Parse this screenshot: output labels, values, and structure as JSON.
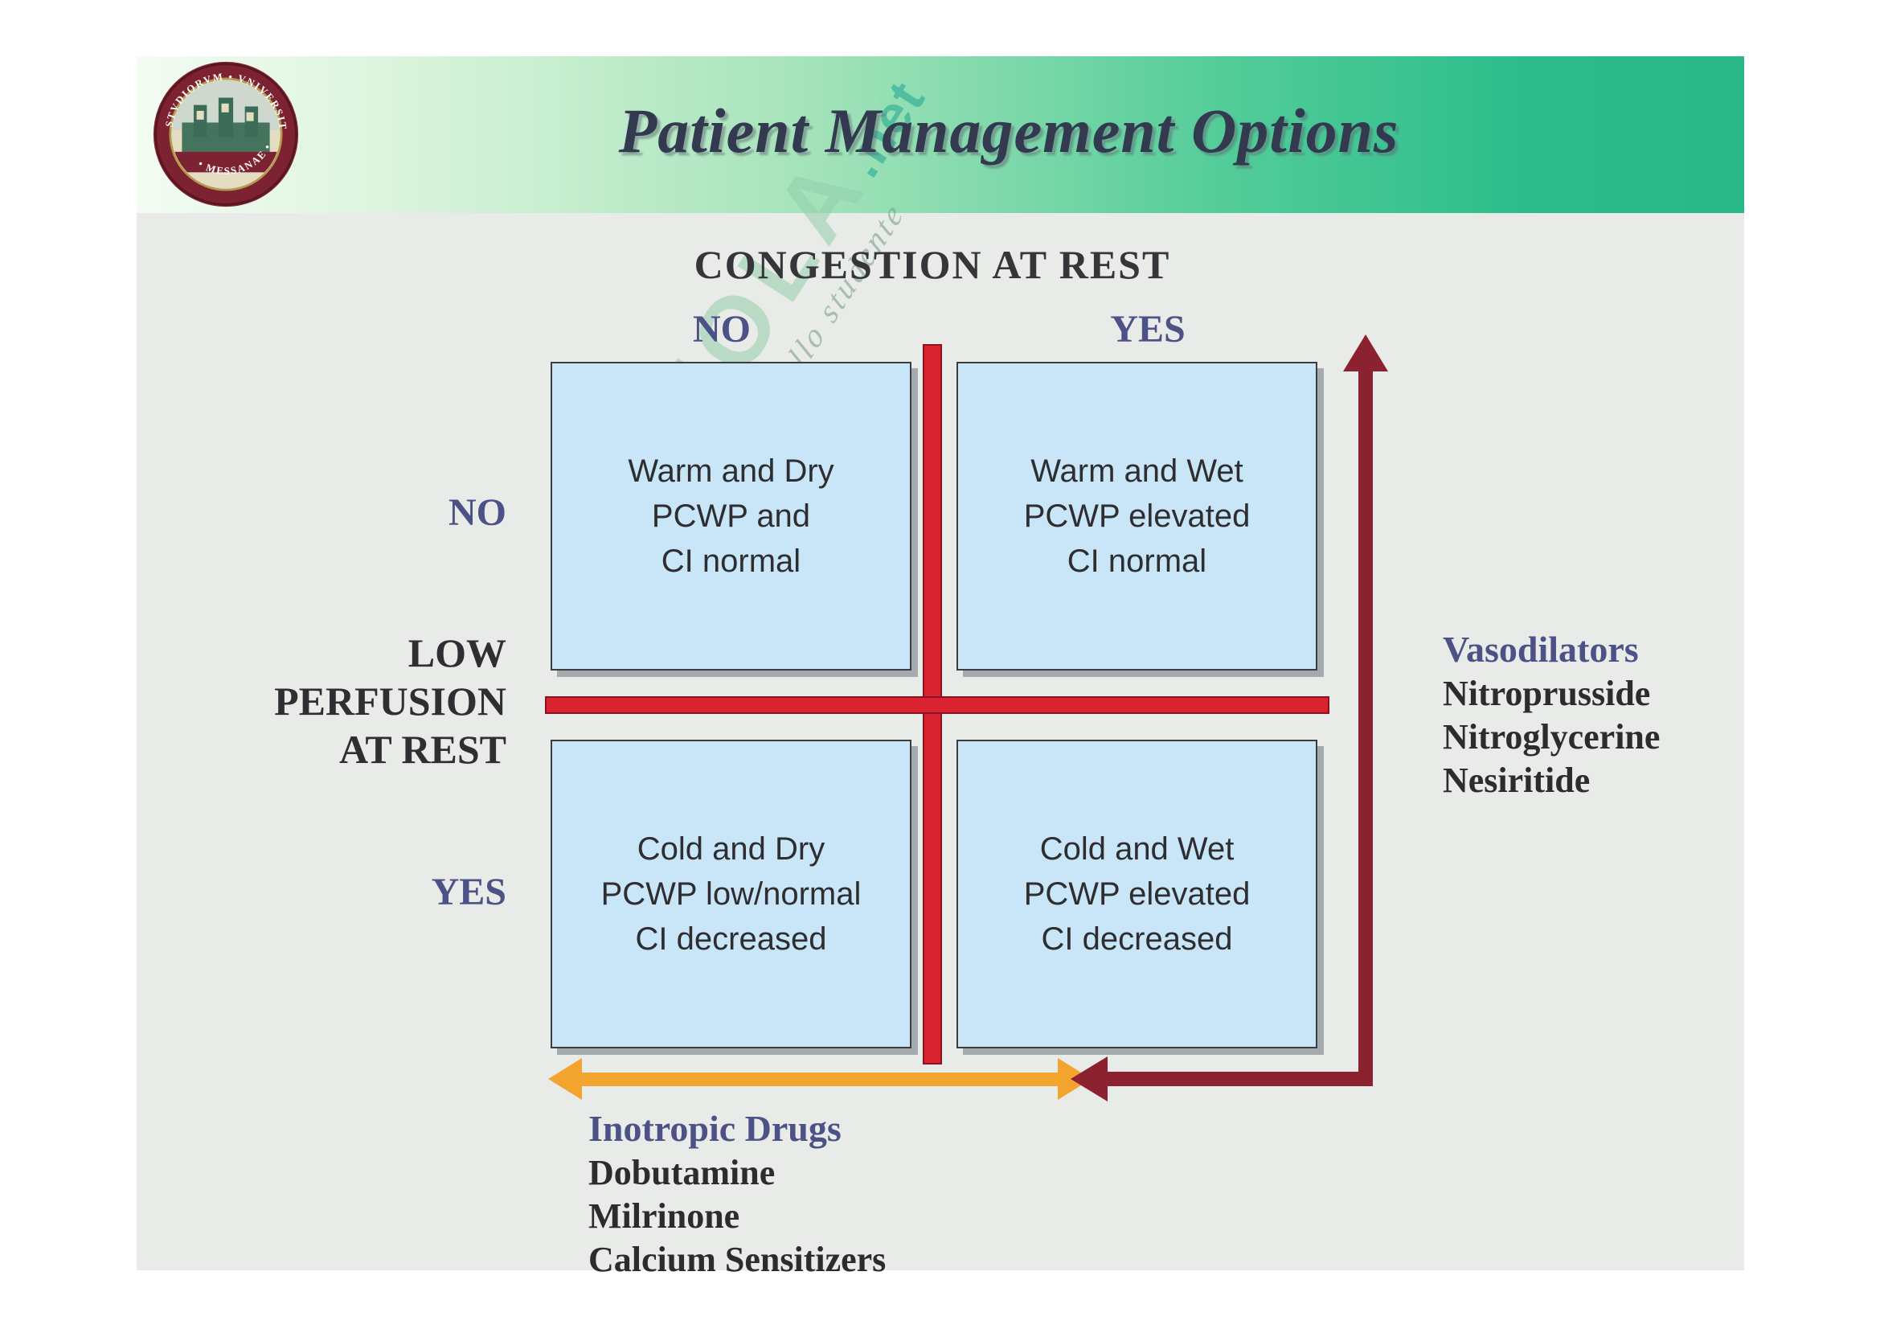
{
  "slide": {
    "title": "Patient Management Options"
  },
  "watermark": {
    "main": "SKUOLA",
    "suffix": ".net",
    "tagline": "il paradiso dello studente"
  },
  "logo": {
    "ring_top": "STVDIORVM • VNIVERSITAS",
    "ring_bottom": "• MESSANAE •"
  },
  "matrix": {
    "col_axis_title": "CONGESTION AT REST",
    "col_labels": [
      "NO",
      "YES"
    ],
    "row_axis_title": "LOW PERFUSION AT REST",
    "row_axis_lines": [
      "LOW",
      "PERFUSION",
      "AT REST"
    ],
    "row_labels": [
      "NO",
      "YES"
    ],
    "quadrants": [
      {
        "id": "warm-and-dry",
        "lines": [
          "Warm and Dry",
          "PCWP and",
          "CI normal"
        ]
      },
      {
        "id": "warm-and-wet",
        "lines": [
          "Warm and Wet",
          "PCWP elevated",
          "CI normal"
        ]
      },
      {
        "id": "cold-and-dry",
        "lines": [
          "Cold and Dry",
          "PCWP low/normal",
          "CI decreased"
        ]
      },
      {
        "id": "cold-and-wet",
        "lines": [
          "Cold and Wet",
          "PCWP elevated",
          "CI decreased"
        ]
      }
    ]
  },
  "annotations": {
    "vasodilators": {
      "title": "Vasodilators",
      "drugs": [
        "Nitroprusside",
        "Nitroglycerine",
        "Nesiritide"
      ]
    },
    "inotropic": {
      "title": "Inotropic Drugs",
      "drugs": [
        "Dobutamine",
        "Milrinone",
        "Calcium Sensitizers"
      ]
    }
  },
  "colors": {
    "header_green": "#2dbd8c",
    "slide_background": "#e8ebe7",
    "quadrant_fill": "#c9e5f8",
    "cross_red": "#da2330",
    "vasodilator_arrow_maroon": "#8c2130",
    "inotropic_arrow_orange": "#f2a42f",
    "label_purple": "#4d5286",
    "title_color": "#333a4f"
  }
}
